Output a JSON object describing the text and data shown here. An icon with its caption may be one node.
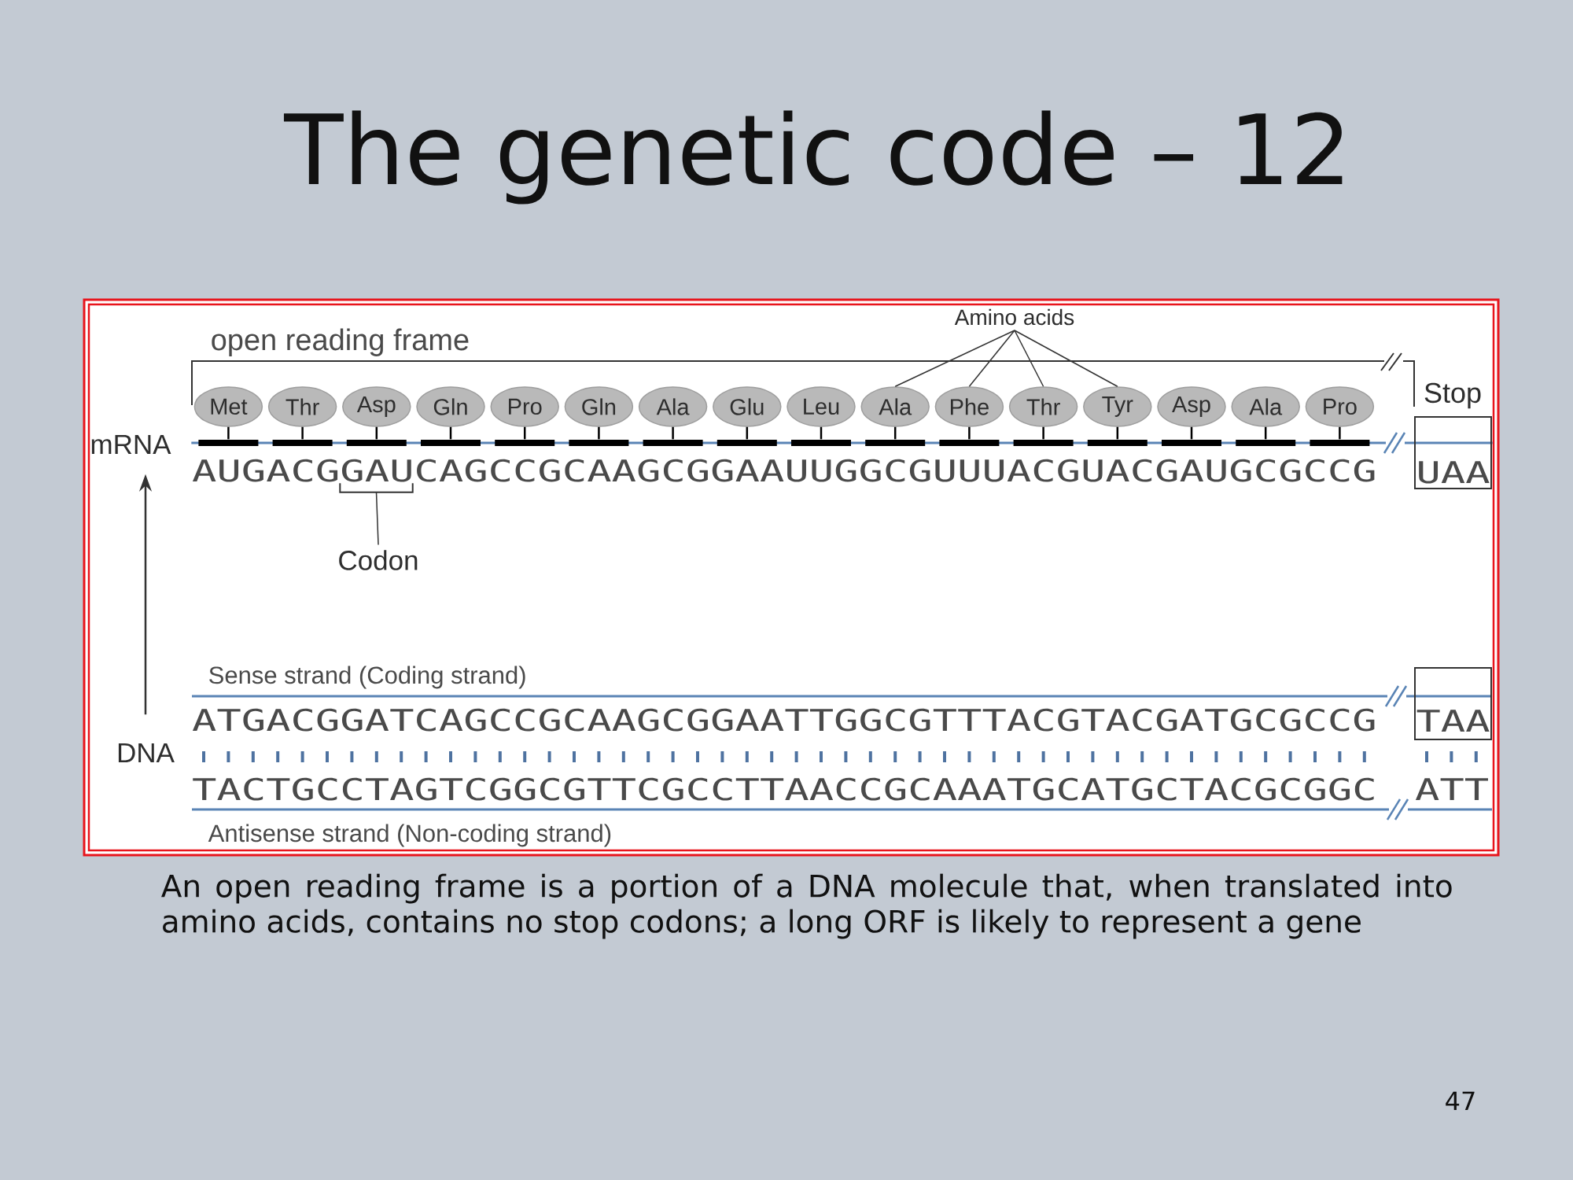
{
  "diagram": {
    "title": "The genetic code – 12",
    "nodes": [
      {
        "text": [
          "Amino acids"
        ]
      },
      {
        "text": [
          "Met"
        ]
      },
      {
        "text": [
          "Thr"
        ]
      },
      {
        "text": [
          "Asp"
        ]
      },
      {
        "text": [
          "Gln"
        ]
      },
      {
        "text": [
          "Pro"
        ]
      },
      {
        "text": [
          "Gln"
        ]
      },
      {
        "text": [
          "Ala"
        ]
      },
      {
        "text": [
          "Glu"
        ]
      },
      {
        "text": [
          "Leu"
        ]
      },
      {
        "text": [
          "Ala"
        ]
      },
      {
        "text": [
          "Phe"
        ]
      },
      {
        "text": [
          "Thr"
        ]
      },
      {
        "text": [
          "Tyr"
        ]
      },
      {
        "text": [
          "Asp"
        ]
      },
      {
        "text": [
          "Ala"
        ]
      },
      {
        "text": [
          "Pro"
        ]
      },
      {
        "text": [
          "mRNA"
        ]
      },
      {
        "text": [],
        "shape": "bar"
      },
      {
        "text": [
          "UAA"
        ],
        "beside": [
          "Stop"
        ]
      },
      {
        "text": [],
        "shape": "bracket"
      },
      {
        "text": [
          "Codon"
        ]
      },
      {
        "text": [
          "DNA"
        ]
      },
      {
        "text": [
          "TAA"
        ]
      }
    ],
    "edges": [
      {
        "from": 0,
        "to": 10,
        "arrow": "none"
      },
      {
        "from": 0,
        "to": 11,
        "arrow": "none"
      },
      {
        "from": 0,
        "to": 12,
        "arrow": "none"
      },
      {
        "from": 0,
        "to": 13,
        "arrow": "none"
      },
      {
        "from": 21,
        "to": 20,
        "arrow": "none"
      },
      {
        "from": 22,
        "to": 17,
        "arrow": "to"
      },
      {
        "from": 1,
        "to": 18,
        "arrow": "none"
      },
      {
        "from": 2,
        "to": 18,
        "arrow": "none"
      },
      {
        "from": 3,
        "to": 18,
        "arrow": "none"
      },
      {
        "from": 4,
        "to": 18,
        "arrow": "none"
      },
      {
        "from": 5,
        "to": 18,
        "arrow": "none"
      },
      {
        "from": 6,
        "to": 18,
        "arrow": "none"
      },
      {
        "from": 7,
        "to": 18,
        "arrow": "none"
      },
      {
        "from": 8,
        "to": 18,
        "arrow": "none"
      },
      {
        "from": 9,
        "to": 18,
        "arrow": "none"
      },
      {
        "from": 10,
        "to": 18,
        "arrow": "none"
      },
      {
        "from": 11,
        "to": 18,
        "arrow": "none"
      },
      {
        "from": 12,
        "to": 18,
        "arrow": "none"
      },
      {
        "from": 13,
        "to": 18,
        "arrow": "none"
      },
      {
        "from": 14,
        "to": 18,
        "arrow": "none"
      },
      {
        "from": 15,
        "to": 18,
        "arrow": "none"
      },
      {
        "from": 16,
        "to": 18,
        "arrow": "none"
      }
    ],
    "labels": [
      "open reading frame",
      "AUGACGGAUCAGCCGCAAGCGGAAUUGGCGUUUACGUACGAUGCGCCG",
      "Sense strand (Coding strand)",
      "ATGACGGATCAGCCGCAAGCGGAATTGGCGTTTACGTACGATGCGCCG",
      "TACTGCCTAGTCGGCGTTCGCCTTAACCGCAAATGCATGCTACGCGGC",
      "ATT",
      "Antisense strand (Non-coding strand)",
      "47"
    ],
    "caption": "An open reading frame is a portion of a DNA molecule that, when translated into amino acids, contains no stop codons; a long ORF is likely to represent a gene"
  }
}
